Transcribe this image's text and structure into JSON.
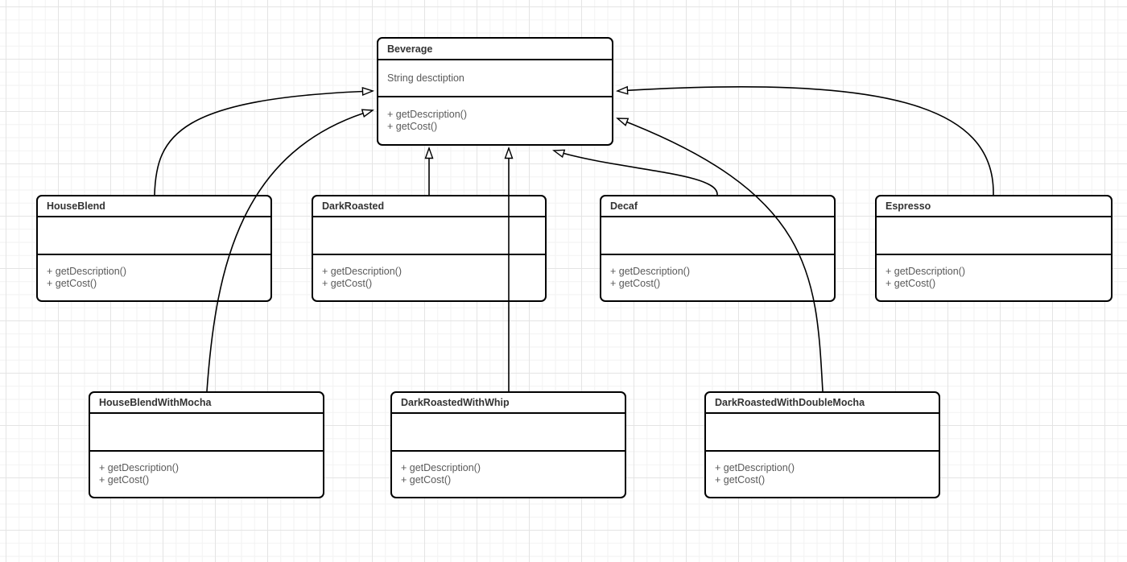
{
  "classes": [
    {
      "name": "Beverage",
      "attributes": [
        "String desctiption"
      ],
      "methods": [
        "+ getDescription()",
        "+ getCost()"
      ]
    },
    {
      "name": "HouseBlend",
      "attributes": [],
      "methods": [
        "+ getDescription()",
        "+ getCost()"
      ]
    },
    {
      "name": "DarkRoasted",
      "attributes": [],
      "methods": [
        "+ getDescription()",
        "+ getCost()"
      ]
    },
    {
      "name": "Decaf",
      "attributes": [],
      "methods": [
        "+ getDescription()",
        "+ getCost()"
      ]
    },
    {
      "name": "Espresso",
      "attributes": [],
      "methods": [
        "+ getDescription()",
        "+ getCost()"
      ]
    },
    {
      "name": "HouseBlendWithMocha",
      "attributes": [],
      "methods": [
        "+ getDescription()",
        "+ getCost()"
      ]
    },
    {
      "name": "DarkRoastedWithWhip",
      "attributes": [],
      "methods": [
        "+ getDescription()",
        "+ getCost()"
      ]
    },
    {
      "name": "DarkRoastedWithDoubleMocha",
      "attributes": [],
      "methods": [
        "+ getDescription()",
        "+ getCost()"
      ]
    }
  ],
  "relations": [
    {
      "from": "HouseBlend",
      "to": "Beverage",
      "type": "generalization"
    },
    {
      "from": "DarkRoasted",
      "to": "Beverage",
      "type": "generalization"
    },
    {
      "from": "Decaf",
      "to": "Beverage",
      "type": "generalization"
    },
    {
      "from": "Espresso",
      "to": "Beverage",
      "type": "generalization"
    },
    {
      "from": "HouseBlendWithMocha",
      "to": "Beverage",
      "type": "generalization"
    },
    {
      "from": "DarkRoastedWithWhip",
      "to": "Beverage",
      "type": "generalization"
    },
    {
      "from": "DarkRoastedWithDoubleMocha",
      "to": "Beverage",
      "type": "generalization"
    }
  ],
  "colors": {
    "stroke": "#000000",
    "shape_fill": "#ffffff",
    "title_text": "#333333",
    "body_text": "#595959",
    "grid_minor": "#f2f2f2",
    "grid_major": "#e4e4e4"
  }
}
